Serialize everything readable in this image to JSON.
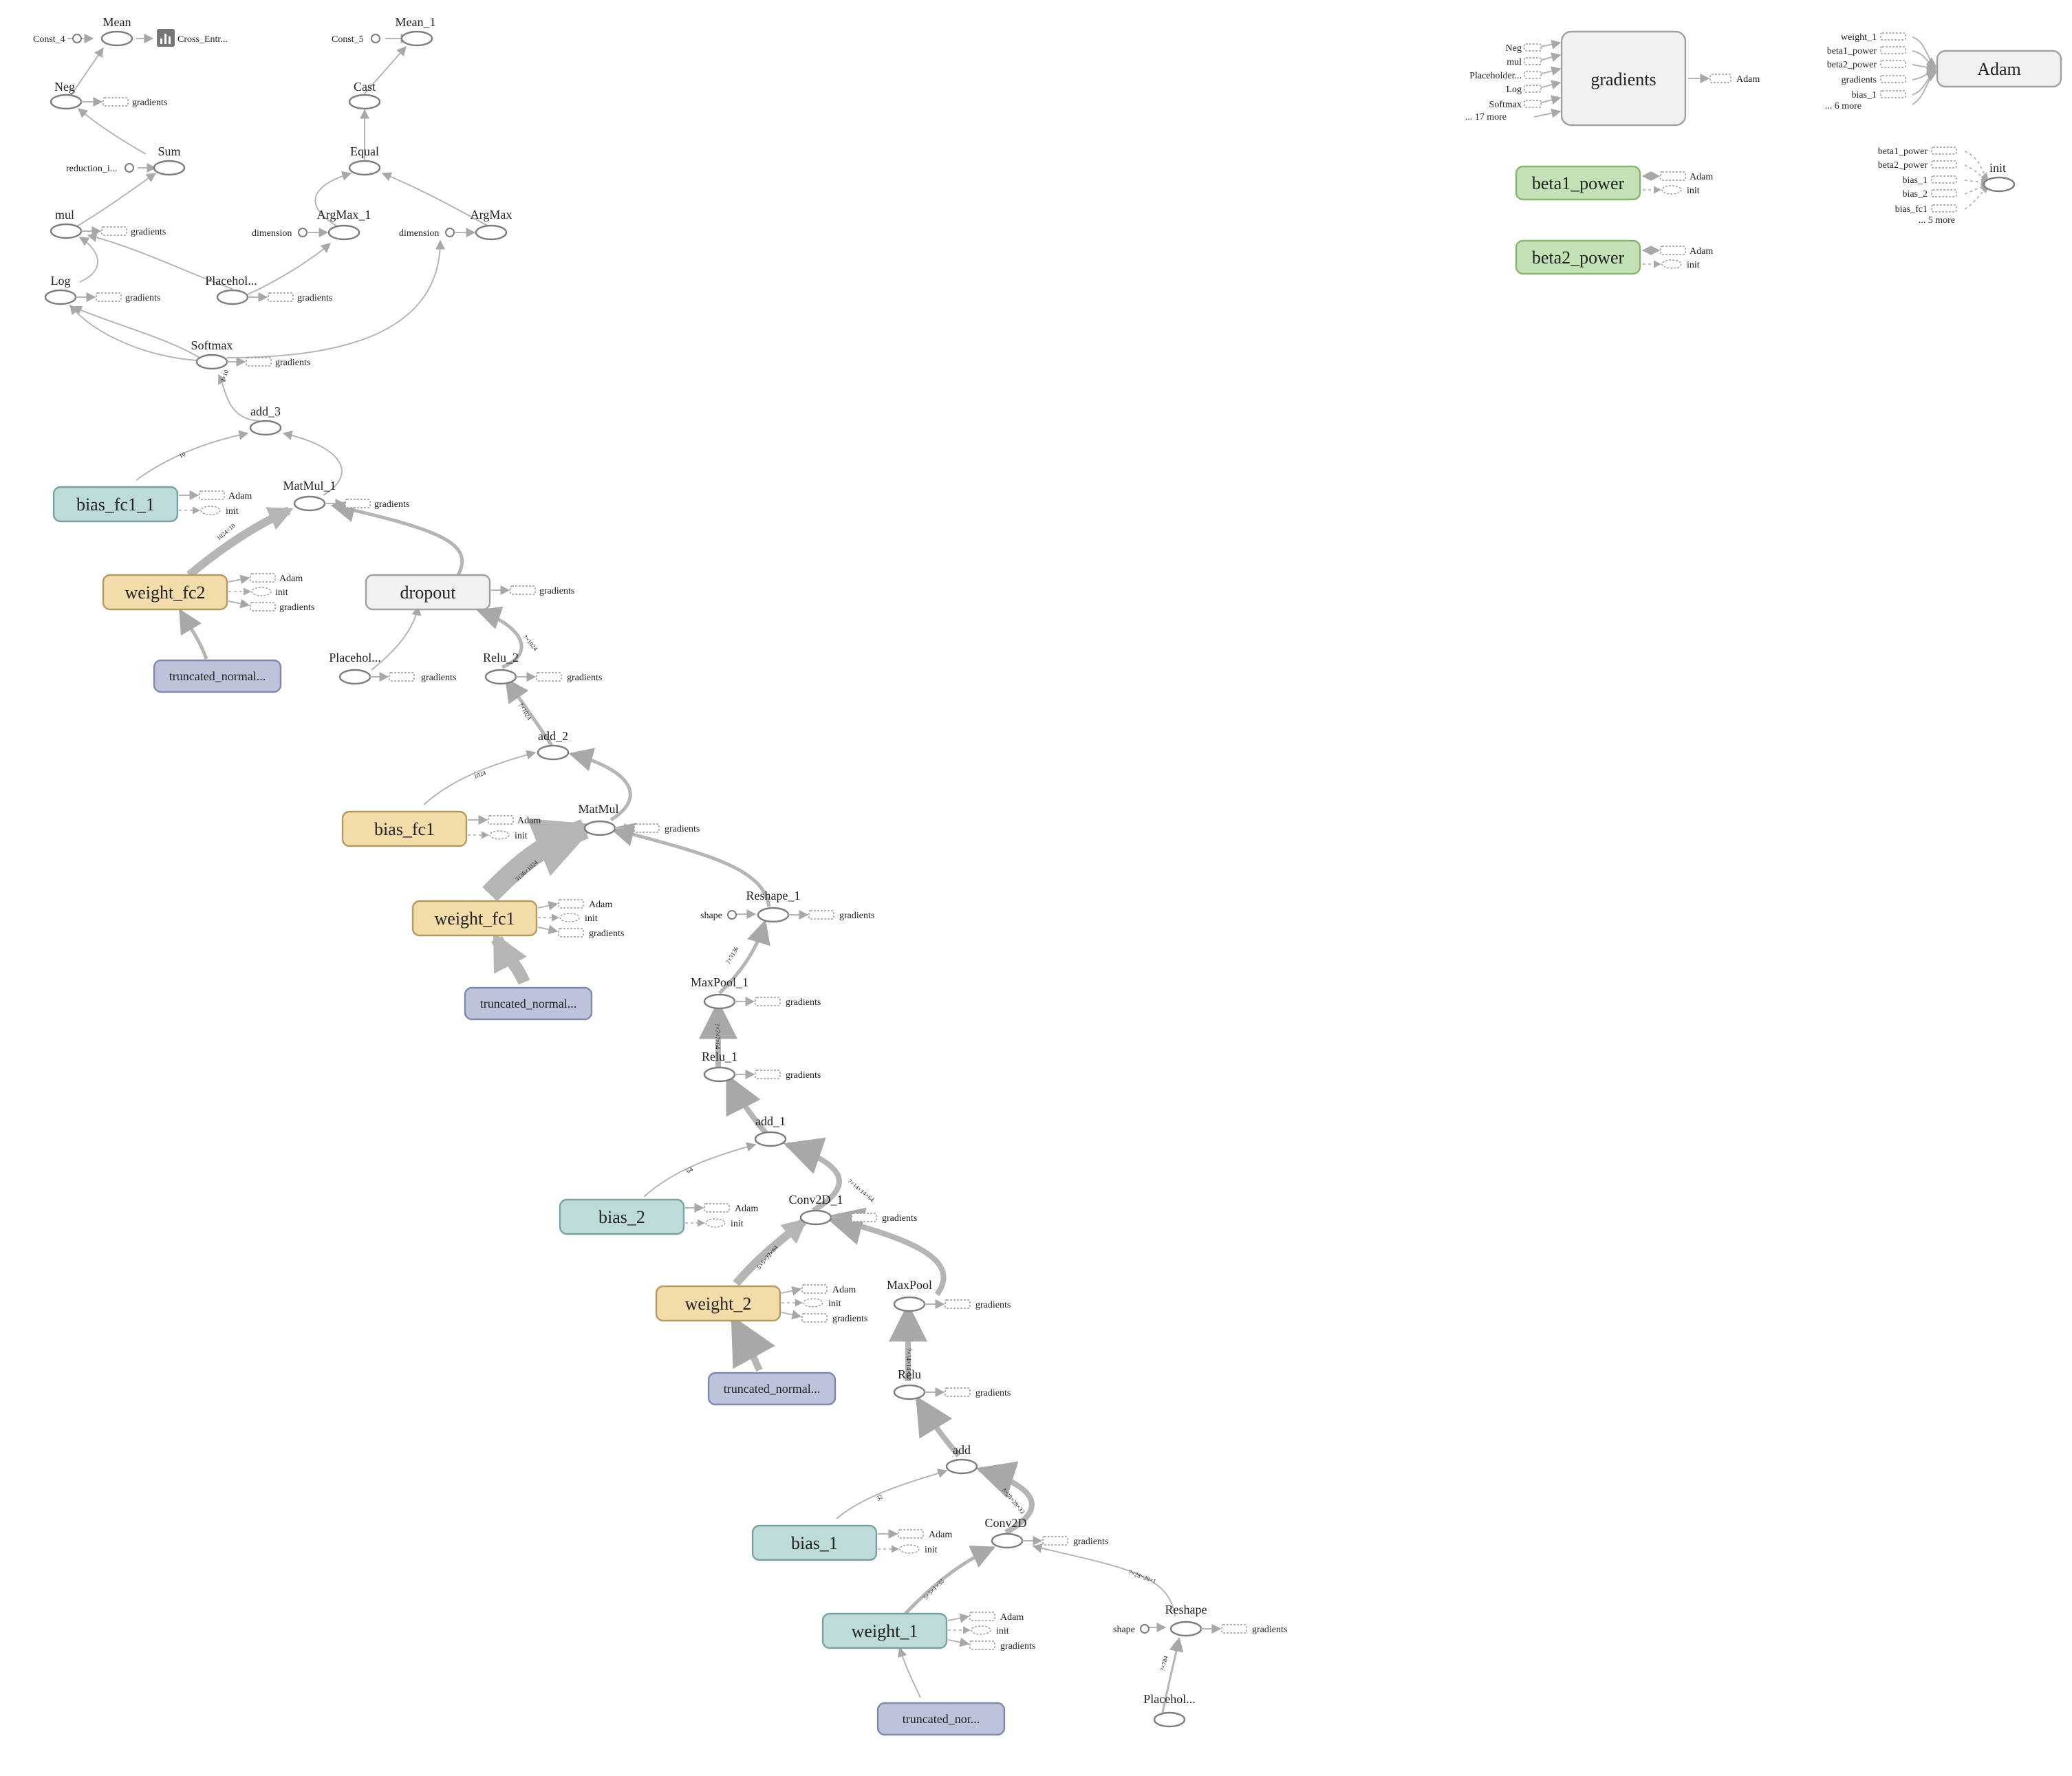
{
  "graph": {
    "colors": {
      "variable_teal": "#bcdbd9",
      "variable_tan": "#f1dcaa",
      "initializer_blue": "#bcc3da",
      "beta_green": "#c5e2b6",
      "namespace_grey": "#f0f0f0",
      "edge": "#b5b5b5",
      "stub_green": "#cde8bf",
      "stub_teal": "#bfe0df",
      "stub_orange": "#f3d6a0"
    },
    "nodes": {
      "Const_4": "Const_4",
      "Mean": "Mean",
      "Cross_Entropy": "Cross_Entr...",
      "Const_5": "Const_5",
      "Mean_1": "Mean_1",
      "Neg": "Neg",
      "Cast": "Cast",
      "Sum": "Sum",
      "reduction_indices": "reduction_i...",
      "Equal": "Equal",
      "mul": "mul",
      "ArgMax_1": "ArgMax_1",
      "ArgMax": "ArgMax",
      "dimension": "dimension",
      "Log": "Log",
      "Placeholder_top": "Placehol...",
      "Softmax": "Softmax",
      "add_3": "add_3",
      "MatMul_1": "MatMul_1",
      "bias_fc1_1": "bias_fc1_1",
      "weight_fc2": "weight_fc2",
      "dropout": "dropout",
      "truncated_normal": "truncated_normal...",
      "truncated_nor": "truncated_nor...",
      "Placeholder_short": "Placehol...",
      "Relu_2": "Relu_2",
      "add_2": "add_2",
      "bias_fc1": "bias_fc1",
      "MatMul": "MatMul",
      "weight_fc1": "weight_fc1",
      "Reshape_1": "Reshape_1",
      "shape": "shape",
      "MaxPool_1": "MaxPool_1",
      "Relu_1": "Relu_1",
      "add_1": "add_1",
      "bias_2": "bias_2",
      "Conv2D_1": "Conv2D_1",
      "weight_2": "weight_2",
      "MaxPool": "MaxPool",
      "Relu": "Relu",
      "add": "add",
      "bias_1": "bias_1",
      "Conv2D": "Conv2D",
      "weight_1": "weight_1",
      "Reshape": "Reshape",
      "Placeholder_bottom": "Placehol...",
      "gradients": "gradients",
      "Adam": "Adam",
      "init": "init",
      "beta1_power": "beta1_power",
      "beta2_power": "beta2_power",
      "weight_fc1_copy": "weight_fc1"
    },
    "stub_labels": {
      "gradients": "gradients",
      "Adam": "Adam",
      "init": "init"
    },
    "gradients_inputs": [
      "Neg",
      "mul",
      "Placeholder...",
      "Log",
      "Softmax",
      "... 17 more"
    ],
    "adam_inputs": [
      "weight_1",
      "beta1_power",
      "beta2_power",
      "gradients",
      "bias_1",
      "... 6 more"
    ],
    "init_inputs": [
      "beta1_power",
      "beta2_power",
      "bias_1",
      "bias_2",
      "bias_fc1",
      "... 5 more"
    ],
    "edge_labels": {
      "e_w1": "5×5×1×32",
      "e_w2": "5×5×32×64",
      "e_wfc1": "3136×1024",
      "e_wfc2": "1024×10",
      "e_conv": "?×28×28×32",
      "e_pool": "?×14×14×32",
      "e_conv1": "?×14×14×64",
      "e_pool1": "?×7×7×64",
      "e_reshape1": "?×3136",
      "e_fc1": "?×1024",
      "e_drop": "?×1024",
      "e_out": "?×10",
      "e_b1": "32",
      "e_b2": "64",
      "e_bfc1": "1024",
      "e_bfc2": "10",
      "e_in": "?×784",
      "e_resh": "?×28×28×1"
    }
  }
}
